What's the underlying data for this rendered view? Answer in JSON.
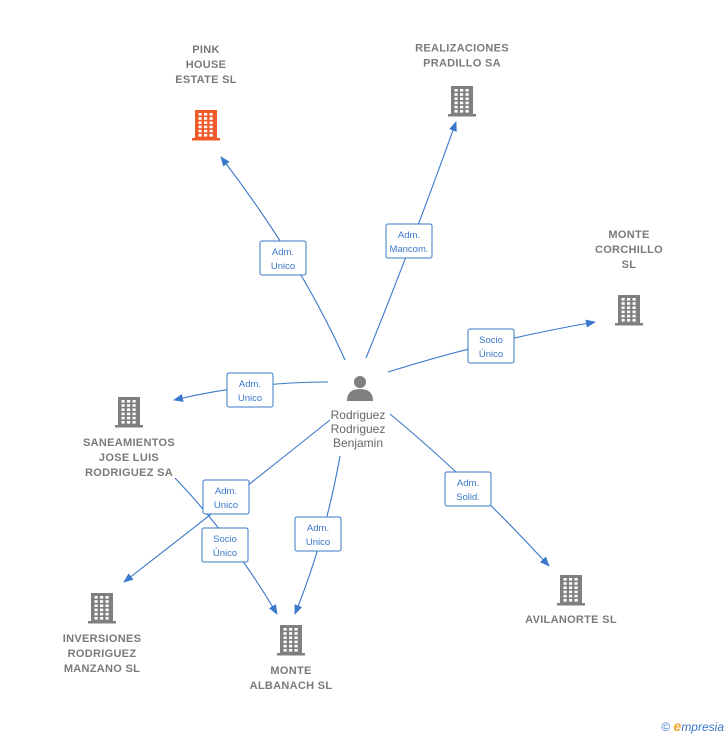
{
  "colors": {
    "edge": "#3a78c9",
    "building_default": "#7f7f7f",
    "building_highlight": "#f05a28",
    "person": "#7f7f7f"
  },
  "center": {
    "name_lines": [
      "Rodriguez",
      "Rodriguez",
      "Benjamin"
    ],
    "icon": "person-icon"
  },
  "companies": [
    {
      "id": "pink-house",
      "name_lines": [
        "PINK",
        "HOUSE",
        "ESTATE  SL"
      ],
      "highlight": true,
      "icon": "building-icon"
    },
    {
      "id": "realizaciones-pradillo",
      "name_lines": [
        "REALIZACIONES",
        "PRADILLO SA"
      ],
      "highlight": false,
      "icon": "building-icon"
    },
    {
      "id": "monte-corchillo",
      "name_lines": [
        "MONTE",
        "CORCHILLO",
        "SL"
      ],
      "highlight": false,
      "icon": "building-icon"
    },
    {
      "id": "saneamientos",
      "name_lines": [
        "SANEAMIENTOS",
        "JOSE LUIS",
        "RODRIGUEZ SA"
      ],
      "highlight": false,
      "icon": "building-icon"
    },
    {
      "id": "inversiones",
      "name_lines": [
        "INVERSIONES",
        "RODRIGUEZ",
        "MANZANO SL"
      ],
      "highlight": false,
      "icon": "building-icon"
    },
    {
      "id": "monte-albanach",
      "name_lines": [
        "MONTE",
        "ALBANACH  SL"
      ],
      "highlight": false,
      "icon": "building-icon"
    },
    {
      "id": "avilanorte",
      "name_lines": [
        "AVILANORTE SL"
      ],
      "highlight": false,
      "icon": "building-icon"
    }
  ],
  "relations": [
    {
      "from": "center",
      "to": "pink-house",
      "label_lines": [
        "Adm.",
        "Unico"
      ]
    },
    {
      "from": "center",
      "to": "realizaciones-pradillo",
      "label_lines": [
        "Adm.",
        "Mancom."
      ]
    },
    {
      "from": "center",
      "to": "monte-corchillo",
      "label_lines": [
        "Socio",
        "Único"
      ]
    },
    {
      "from": "center",
      "to": "saneamientos",
      "label_lines": [
        "Adm.",
        "Unico"
      ]
    },
    {
      "from": "center",
      "to": "inversiones",
      "label_lines": [
        "Adm.",
        "Unico"
      ]
    },
    {
      "from": "saneamientos",
      "to": "monte-albanach",
      "label_lines": [
        "Socio",
        "Único"
      ]
    },
    {
      "from": "center",
      "to": "monte-albanach",
      "label_lines": [
        "Adm.",
        "Unico"
      ]
    },
    {
      "from": "center",
      "to": "avilanorte",
      "label_lines": [
        "Adm.",
        "Solid."
      ]
    }
  ],
  "footer": {
    "copyright": "©",
    "brand_initial": "e",
    "brand_rest": "mpresia"
  }
}
